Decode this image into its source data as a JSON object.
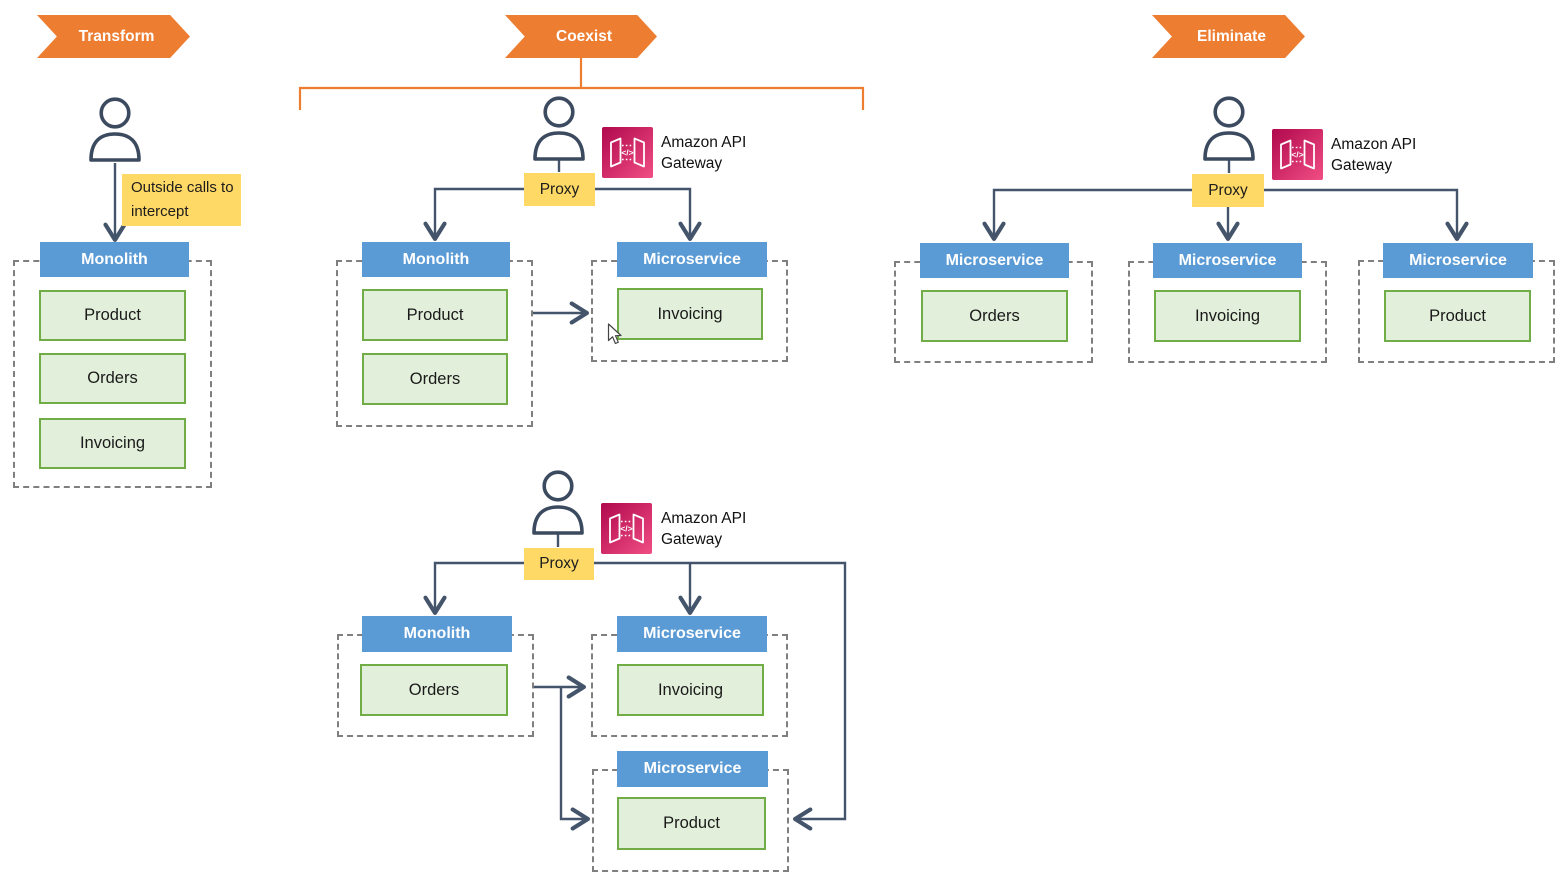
{
  "banners": {
    "transform": "Transform",
    "coexist": "Coexist",
    "eliminate": "Eliminate"
  },
  "annotations": {
    "outside_calls": "Outside calls to intercept"
  },
  "proxy_label": "Proxy",
  "aws_icon_label": "Amazon API Gateway",
  "diagrams": {
    "transform": {
      "monolith": {
        "title": "Monolith",
        "modules": [
          "Product",
          "Orders",
          "Invoicing"
        ]
      }
    },
    "coexist_initial": {
      "monolith": {
        "title": "Monolith",
        "modules": [
          "Product",
          "Orders"
        ]
      },
      "microservice_invoicing": {
        "title": "Microservice",
        "modules": [
          "Invoicing"
        ]
      }
    },
    "eliminate": {
      "microservice_orders": {
        "title": "Microservice",
        "modules": [
          "Orders"
        ]
      },
      "microservice_invoicing": {
        "title": "Microservice",
        "modules": [
          "Invoicing"
        ]
      },
      "microservice_product": {
        "title": "Microservice",
        "modules": [
          "Product"
        ]
      }
    },
    "coexist_later": {
      "monolith": {
        "title": "Monolith",
        "modules": [
          "Orders"
        ]
      },
      "microservice_invoicing": {
        "title": "Microservice",
        "modules": [
          "Invoicing"
        ]
      },
      "microservice_product": {
        "title": "Microservice",
        "modules": [
          "Product"
        ]
      }
    }
  },
  "colors": {
    "stage_orange": "#ED7D31",
    "header_blue": "#5B9BD5",
    "module_fill": "#E2EFDA",
    "module_border": "#70AD47",
    "note_yellow": "#FFD966",
    "connector_dark": "#44546A",
    "dashed_gray": "#7F7F7F",
    "aws_pink_dark": "#B0084D",
    "aws_pink_light": "#FF4F8B"
  }
}
